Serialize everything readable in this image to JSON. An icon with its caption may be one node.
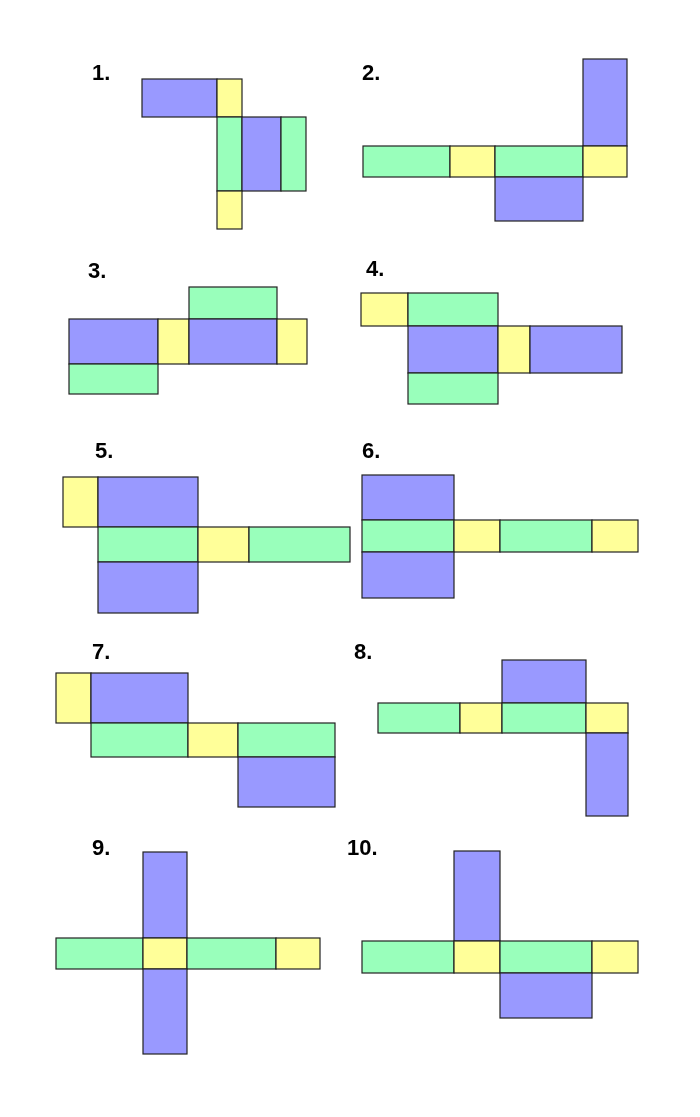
{
  "diagram": {
    "labels": [
      "1.",
      "2.",
      "3.",
      "4.",
      "5.",
      "6.",
      "7.",
      "8.",
      "9.",
      "10."
    ]
  }
}
